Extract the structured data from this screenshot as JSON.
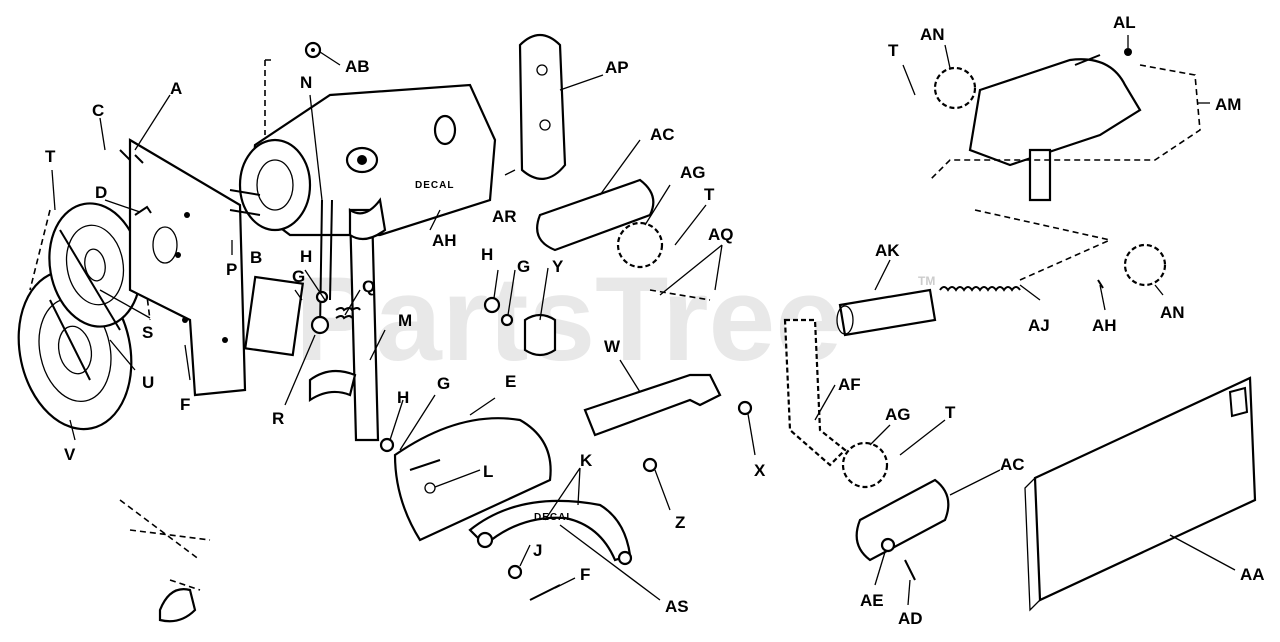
{
  "watermark": {
    "text": "PartsTree",
    "tm": "TM"
  },
  "decals": [
    "DECAL",
    "DECAL"
  ],
  "labels": {
    "A": "A",
    "AA": "AA",
    "AB": "AB",
    "AC_top": "AC",
    "AC_bottom": "AC",
    "AD": "AD",
    "AE": "AE",
    "AF": "AF",
    "AG_top": "AG",
    "AG_bottom": "AG",
    "AH_motor": "AH",
    "AH_right": "AH",
    "AJ": "AJ",
    "AK": "AK",
    "AL": "AL",
    "AM": "AM",
    "AN_top": "AN",
    "AN_right": "AN",
    "AP": "AP",
    "AQ": "AQ",
    "AR": "AR",
    "AS": "AS",
    "B": "B",
    "C": "C",
    "D": "D",
    "E": "E",
    "F_left": "F",
    "F_bottom": "F",
    "G_left": "G",
    "G_mid": "G",
    "G_lower": "G",
    "H_left": "H",
    "H_mid": "H",
    "H_lower": "H",
    "J": "J",
    "K": "K",
    "L": "L",
    "M": "M",
    "N": "N",
    "P": "P",
    "Q": "Q",
    "R": "R",
    "S": "S",
    "T_left": "T",
    "T_top": "T",
    "T_mid": "T",
    "T_lower": "T",
    "U": "U",
    "V": "V",
    "W": "W",
    "X": "X",
    "Y": "Y",
    "Z": "Z"
  }
}
